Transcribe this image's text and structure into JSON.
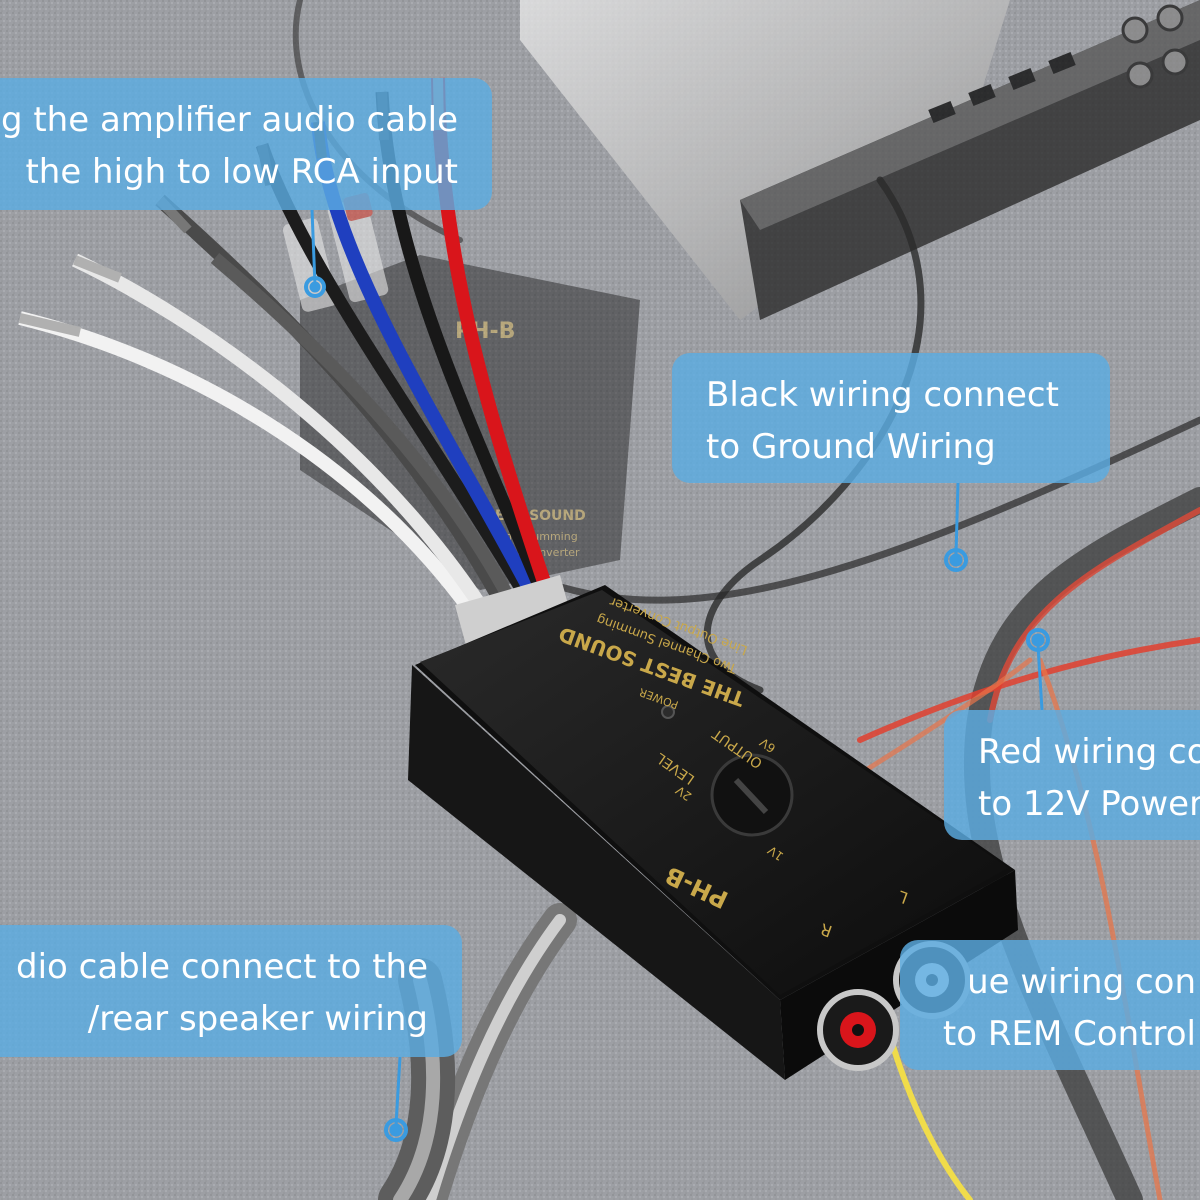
{
  "callouts": {
    "rca": {
      "line1": "g the amplifier audio cable",
      "line2": "the high to low RCA input"
    },
    "black": {
      "line1": "Black wiring connect",
      "line2": "to Ground Wiring"
    },
    "red": {
      "line1": "Red wiring co",
      "line2": "to 12V Power"
    },
    "speaker": {
      "line1": "dio cable connect to the",
      "line2": "/rear speaker wiring"
    },
    "blue": {
      "line1": "ue wiring con",
      "line2": "to REM Control"
    }
  },
  "device": {
    "brand": "THE BEST SOUND",
    "subtitle1": "Two Channel Summing",
    "subtitle2": "Line Output Converter",
    "power_label": "POWER",
    "output_label": "OUTPUT",
    "level_label": "LEVEL",
    "v6": "6V",
    "v2": "2V",
    "v1": "1V",
    "model": "PH-B",
    "left_label": "L",
    "right_label": "R"
  },
  "colors": {
    "callout_bg": "#5cace2",
    "floor": "#9c9ea3",
    "device_body": "#141414",
    "device_print": "#c9a84a",
    "wire_red": "#d9151b",
    "wire_blue": "#1f3fbf",
    "wire_black": "#202020",
    "wire_gray": "#555555",
    "wire_white": "#f2f2f2",
    "wire_yellow": "#f0dc4a",
    "wire_orange": "#e8754a"
  }
}
